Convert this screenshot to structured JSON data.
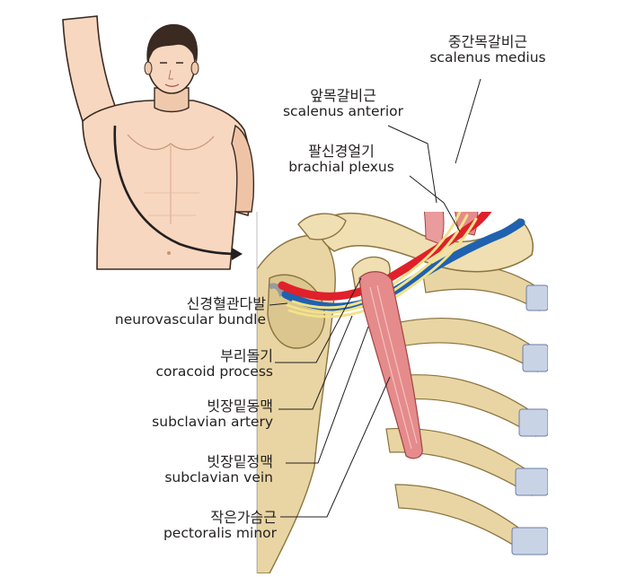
{
  "labels": {
    "scalenus_medius": {
      "ko": "중간목갈비근",
      "en": "scalenus medius"
    },
    "scalenus_anterior": {
      "ko": "앞목갈비근",
      "en": "scalenus anterior"
    },
    "brachial_plexus": {
      "ko": "팔신경얼기",
      "en": "brachial plexus"
    },
    "neurovascular_bundle": {
      "ko": "신경혈관다발",
      "en": "neurovascular bundle"
    },
    "coracoid_process": {
      "ko": "부리돌기",
      "en": "coracoid process"
    },
    "subclavian_artery": {
      "ko": "빗장밑동맥",
      "en": "subclavian artery"
    },
    "subclavian_vein": {
      "ko": "빗장밑정맥",
      "en": "subclavian vein"
    },
    "pectoralis_minor": {
      "ko": "작은가슴근",
      "en": "pectoralis minor"
    }
  },
  "colors": {
    "skin": "#f7d7bf",
    "skin_shadow": "#e6b395",
    "hair": "#3a2a22",
    "bone": "#e8d5a3",
    "bone_shadow": "#c9b27a",
    "cartilage": "#c9d3e6",
    "muscle": "#e58b8b",
    "muscle_light": "#f3c2c0",
    "artery": "#e0202a",
    "vein": "#1f62b0",
    "nerve": "#f2e28a",
    "leader": "#231f20"
  }
}
